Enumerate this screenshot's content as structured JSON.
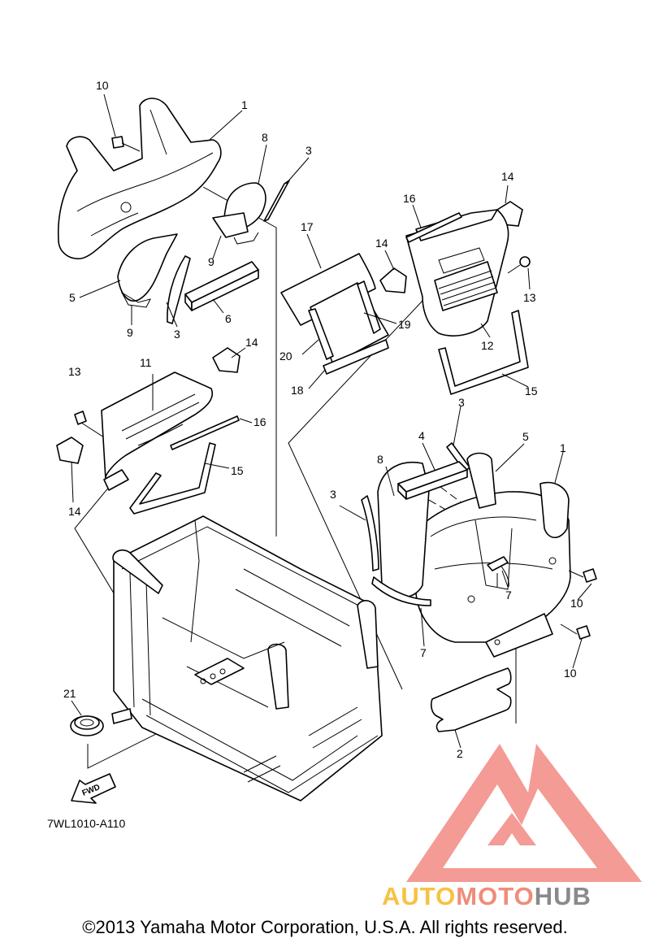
{
  "figure": {
    "drawing_code": "7WL1010-A110",
    "fwd_label": "FWD",
    "callouts": [
      {
        "id": "c-10a",
        "text": "10"
      },
      {
        "id": "c-1a",
        "text": "1"
      },
      {
        "id": "c-8a",
        "text": "8"
      },
      {
        "id": "c-3a",
        "text": "3"
      },
      {
        "id": "c-5a",
        "text": "5"
      },
      {
        "id": "c-9a",
        "text": "9"
      },
      {
        "id": "c-9b",
        "text": "9"
      },
      {
        "id": "c-3b",
        "text": "3"
      },
      {
        "id": "c-6",
        "text": "6"
      },
      {
        "id": "c-17",
        "text": "17"
      },
      {
        "id": "c-14a",
        "text": "14"
      },
      {
        "id": "c-16a",
        "text": "16"
      },
      {
        "id": "c-14b",
        "text": "14"
      },
      {
        "id": "c-13a",
        "text": "13"
      },
      {
        "id": "c-19",
        "text": "19"
      },
      {
        "id": "c-20",
        "text": "20"
      },
      {
        "id": "c-12",
        "text": "12"
      },
      {
        "id": "c-18",
        "text": "18"
      },
      {
        "id": "c-15a",
        "text": "15"
      },
      {
        "id": "c-14c",
        "text": "14"
      },
      {
        "id": "c-11",
        "text": "11"
      },
      {
        "id": "c-13b",
        "text": "13"
      },
      {
        "id": "c-16b",
        "text": "16"
      },
      {
        "id": "c-15b",
        "text": "15"
      },
      {
        "id": "c-14d",
        "text": "14"
      },
      {
        "id": "c-3c",
        "text": "3"
      },
      {
        "id": "c-4",
        "text": "4"
      },
      {
        "id": "c-5b",
        "text": "5"
      },
      {
        "id": "c-8b",
        "text": "8"
      },
      {
        "id": "c-1b",
        "text": "1"
      },
      {
        "id": "c-3d",
        "text": "3"
      },
      {
        "id": "c-7a",
        "text": "7"
      },
      {
        "id": "c-10b",
        "text": "10"
      },
      {
        "id": "c-7b",
        "text": "7"
      },
      {
        "id": "c-10c",
        "text": "10"
      },
      {
        "id": "c-21",
        "text": "21"
      },
      {
        "id": "c-2",
        "text": "2"
      }
    ]
  },
  "watermark": {
    "brand_part1": "AUTO",
    "brand_part2": "MOTO",
    "brand_part3": "HUB",
    "colors": {
      "auto": "#f7c243",
      "moto": "#f08c7a",
      "hub": "#8a8a8a",
      "logo": "#f28a82"
    }
  },
  "footer": {
    "copyright": "©2013 Yamaha Motor Corporation, U.S.A. All rights reserved."
  }
}
